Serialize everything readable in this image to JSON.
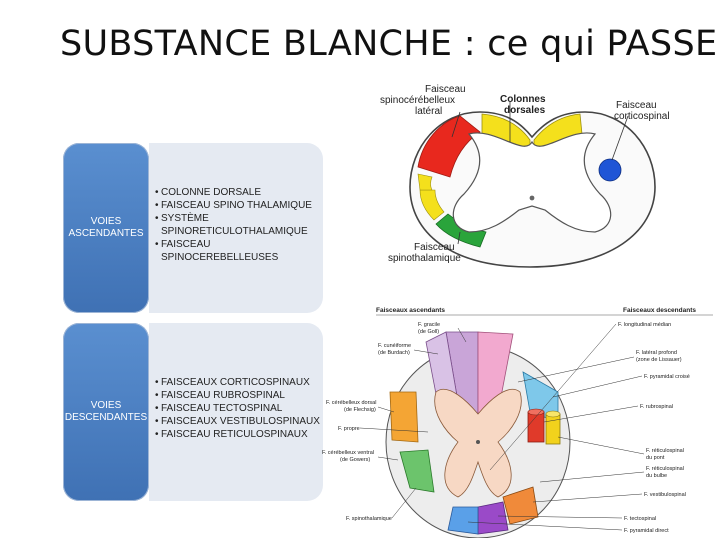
{
  "slide": {
    "title": "SUBSTANCE BLANCHE : ce qui PASSE"
  },
  "ascending": {
    "label_line1": "VOIES",
    "label_line2": "ASCENDANTES",
    "items": [
      "COLONNE DORSALE",
      "FAISCEAU SPINO THALAMIQUE",
      "SYSTÈME",
      "SPINORETICULOTHALAMIQUE",
      "FAISCEAU",
      "SPINOCEREBELLEUSES"
    ]
  },
  "descending": {
    "label_line1": "VOIES",
    "label_line2": "DESCENDANTES",
    "items": [
      "FAISCEAUX CORTICOSPINAUX",
      "FAISCEAU RUBROSPINAL",
      "FAISCEAU TECTOSPINAL",
      "FAISCEAUX VESTIBULOSPINAUX",
      "FAISCEAU RETICULOSPINAUX"
    ]
  },
  "figure_top": {
    "label_spinocerebelleux": [
      "Faisceau",
      "spinocérébelleux",
      "latéral"
    ],
    "label_colonnes": [
      "Colonnes",
      "dorsales"
    ],
    "label_corticospinal": [
      "Faisceau",
      "corticospinal"
    ],
    "label_spinothalamique": [
      "Faisceau",
      "spinothalamique"
    ],
    "colors": {
      "spinocerebelleux": "#e8281e",
      "colonnes": "#f4e01c",
      "corticospinal": "#1f55d6",
      "spinothalamique": "#2aa43b"
    }
  },
  "figure_bottom": {
    "header_left": "Faisceaux ascendants",
    "header_right": "Faisceaux descendants",
    "left_labels": [
      [
        "F. gracile",
        "(de Goll)"
      ],
      [
        "F. cunéiforme",
        "(de Burdach)"
      ],
      [
        "F. cérébelleux dorsal",
        "(de Flechsig)"
      ],
      [
        "F. propre"
      ],
      [
        "F. cérébelleux ventral",
        "(de Gowers)"
      ],
      [
        "F. spinothalamique"
      ]
    ],
    "right_labels": [
      [
        "F. longitudinal médian"
      ],
      [
        "F. latéral profond",
        "(zone de Lissauer)"
      ],
      [
        "F. pyramidal croisé"
      ],
      [
        "F. rubrospinal"
      ],
      [
        "F. réticulospinal",
        "du pont"
      ],
      [
        "F. réticulospinal",
        "du bulbe"
      ],
      [
        "F. vestibulospinal"
      ],
      [
        "F. tectospinal"
      ],
      [
        "F. pyramidal direct"
      ]
    ]
  }
}
